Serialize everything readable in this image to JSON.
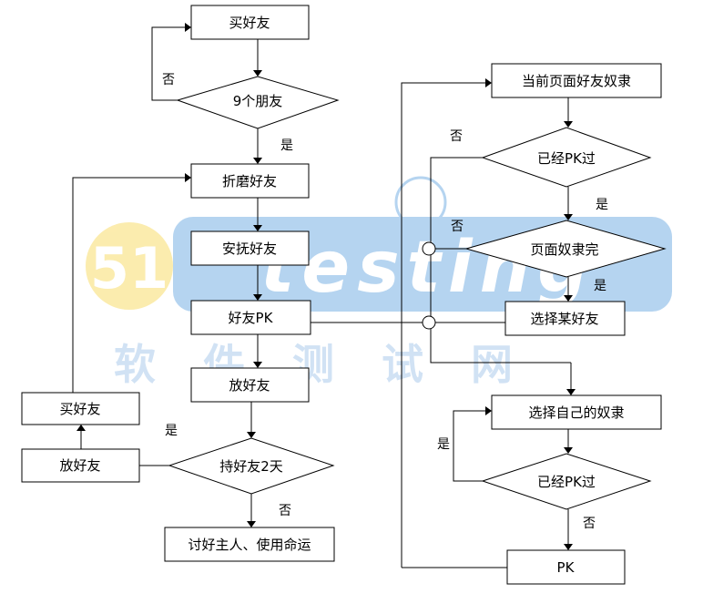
{
  "watermark": {
    "badge": "51",
    "word": "testing",
    "cn": "软件测试网"
  },
  "nodes": {
    "buy_friend_top": "买好友",
    "nine_friends": "9个朋友",
    "torment_friend": "折磨好友",
    "soothe_friend": "安抚好友",
    "friend_pk": "好友PK",
    "release_friend_mid": "放好友",
    "hold_two_days": "持好友2天",
    "please_owner": "讨好主人、使用命运",
    "buy_friend_left": "买好友",
    "release_friend_left": "放好友",
    "current_page_slaves": "当前页面好友奴隶",
    "pk_done_1": "已经PK过",
    "page_slaves_done": "页面奴隶完",
    "choose_friend": "选择某好友",
    "choose_own_slave": "选择自己的奴隶",
    "pk_done_2": "已经PK过",
    "pk_final": "PK"
  },
  "labels": {
    "no_1": "否",
    "yes_1": "是",
    "yes_2": "是",
    "no_2": "否",
    "no_3": "否",
    "yes_3": "是",
    "no_4": "否",
    "yes_4": "是",
    "yes_5": "是",
    "no_5": "否"
  },
  "colors": {
    "watermark_yellow": "#fbe9a0",
    "watermark_blue": "#a9cdee",
    "watermark_cn": "#c9def3"
  }
}
